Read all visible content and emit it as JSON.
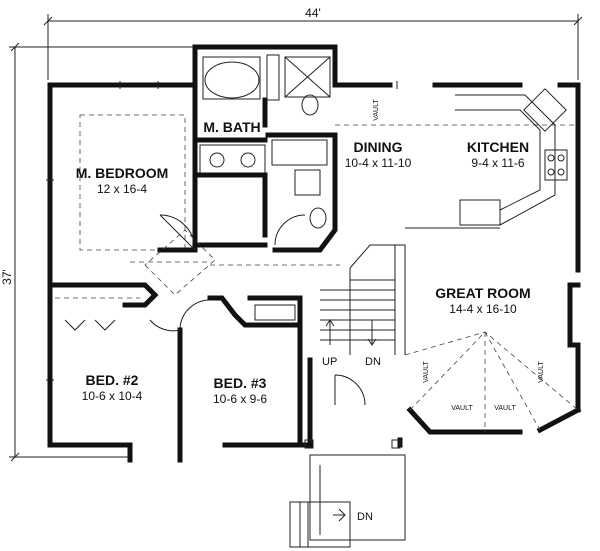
{
  "dimensions": {
    "width_label": "44'",
    "depth_label": "37'"
  },
  "rooms": {
    "master_bedroom": {
      "name": "M. BEDROOM",
      "size": "12 x 16-4"
    },
    "master_bath": {
      "name": "M. BATH"
    },
    "dining": {
      "name": "DINING",
      "size": "10-4 x 11-10"
    },
    "kitchen": {
      "name": "KITCHEN",
      "size": "9-4 x 11-6"
    },
    "great_room": {
      "name": "GREAT ROOM",
      "size": "14-4 x 16-10"
    },
    "bed2": {
      "name": "BED. #2",
      "size": "10-6 x 10-4"
    },
    "bed3": {
      "name": "BED. #3",
      "size": "10-6 x 9-6"
    }
  },
  "labels": {
    "up": "UP",
    "down": "DN",
    "entry_down": "DN",
    "vault": "VAULT"
  }
}
